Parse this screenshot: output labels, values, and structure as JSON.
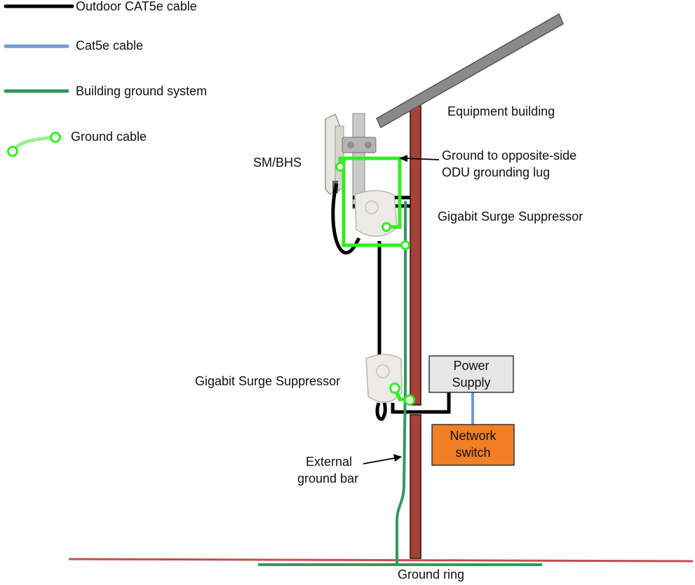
{
  "legend": {
    "items": [
      {
        "label": "Outdoor CAT5e cable",
        "color": "#000000",
        "icon": "solid-line-icon"
      },
      {
        "label": "Cat5e cable",
        "color": "#6f9bd1",
        "icon": "solid-line-icon"
      },
      {
        "label": "Building ground system",
        "color": "#2f9a5e",
        "icon": "solid-line-icon"
      },
      {
        "label": "Ground cable",
        "color": "#33ee22",
        "icon": "curved-cable-icon"
      }
    ]
  },
  "labels": {
    "equipment_building": "Equipment building",
    "sm_bhs": "SM/BHS",
    "ground_lug_line1": "Ground to opposite-side",
    "ground_lug_line2": "ODU grounding lug",
    "upper_suppressor": "Gigabit Surge Suppressor",
    "lower_suppressor": "Gigabit Surge Suppressor",
    "ground_bar_line1": "External",
    "ground_bar_line2": "ground bar",
    "ground_ring": "Ground ring"
  },
  "boxes": {
    "power_supply": "Power\nSupply",
    "network_switch": "Network\nswitch"
  },
  "colors": {
    "wall": "#a7423b",
    "roof": "#8a8a8a",
    "ground_line": "#c0504d",
    "power_supply_fill": "#e6e6e6",
    "network_switch_fill": "#f07f25",
    "cat5e_cable": "#6f9bd1",
    "outdoor_cable": "#000000",
    "building_ground": "#2f9a5e",
    "ground_cable": "#33ee22"
  }
}
